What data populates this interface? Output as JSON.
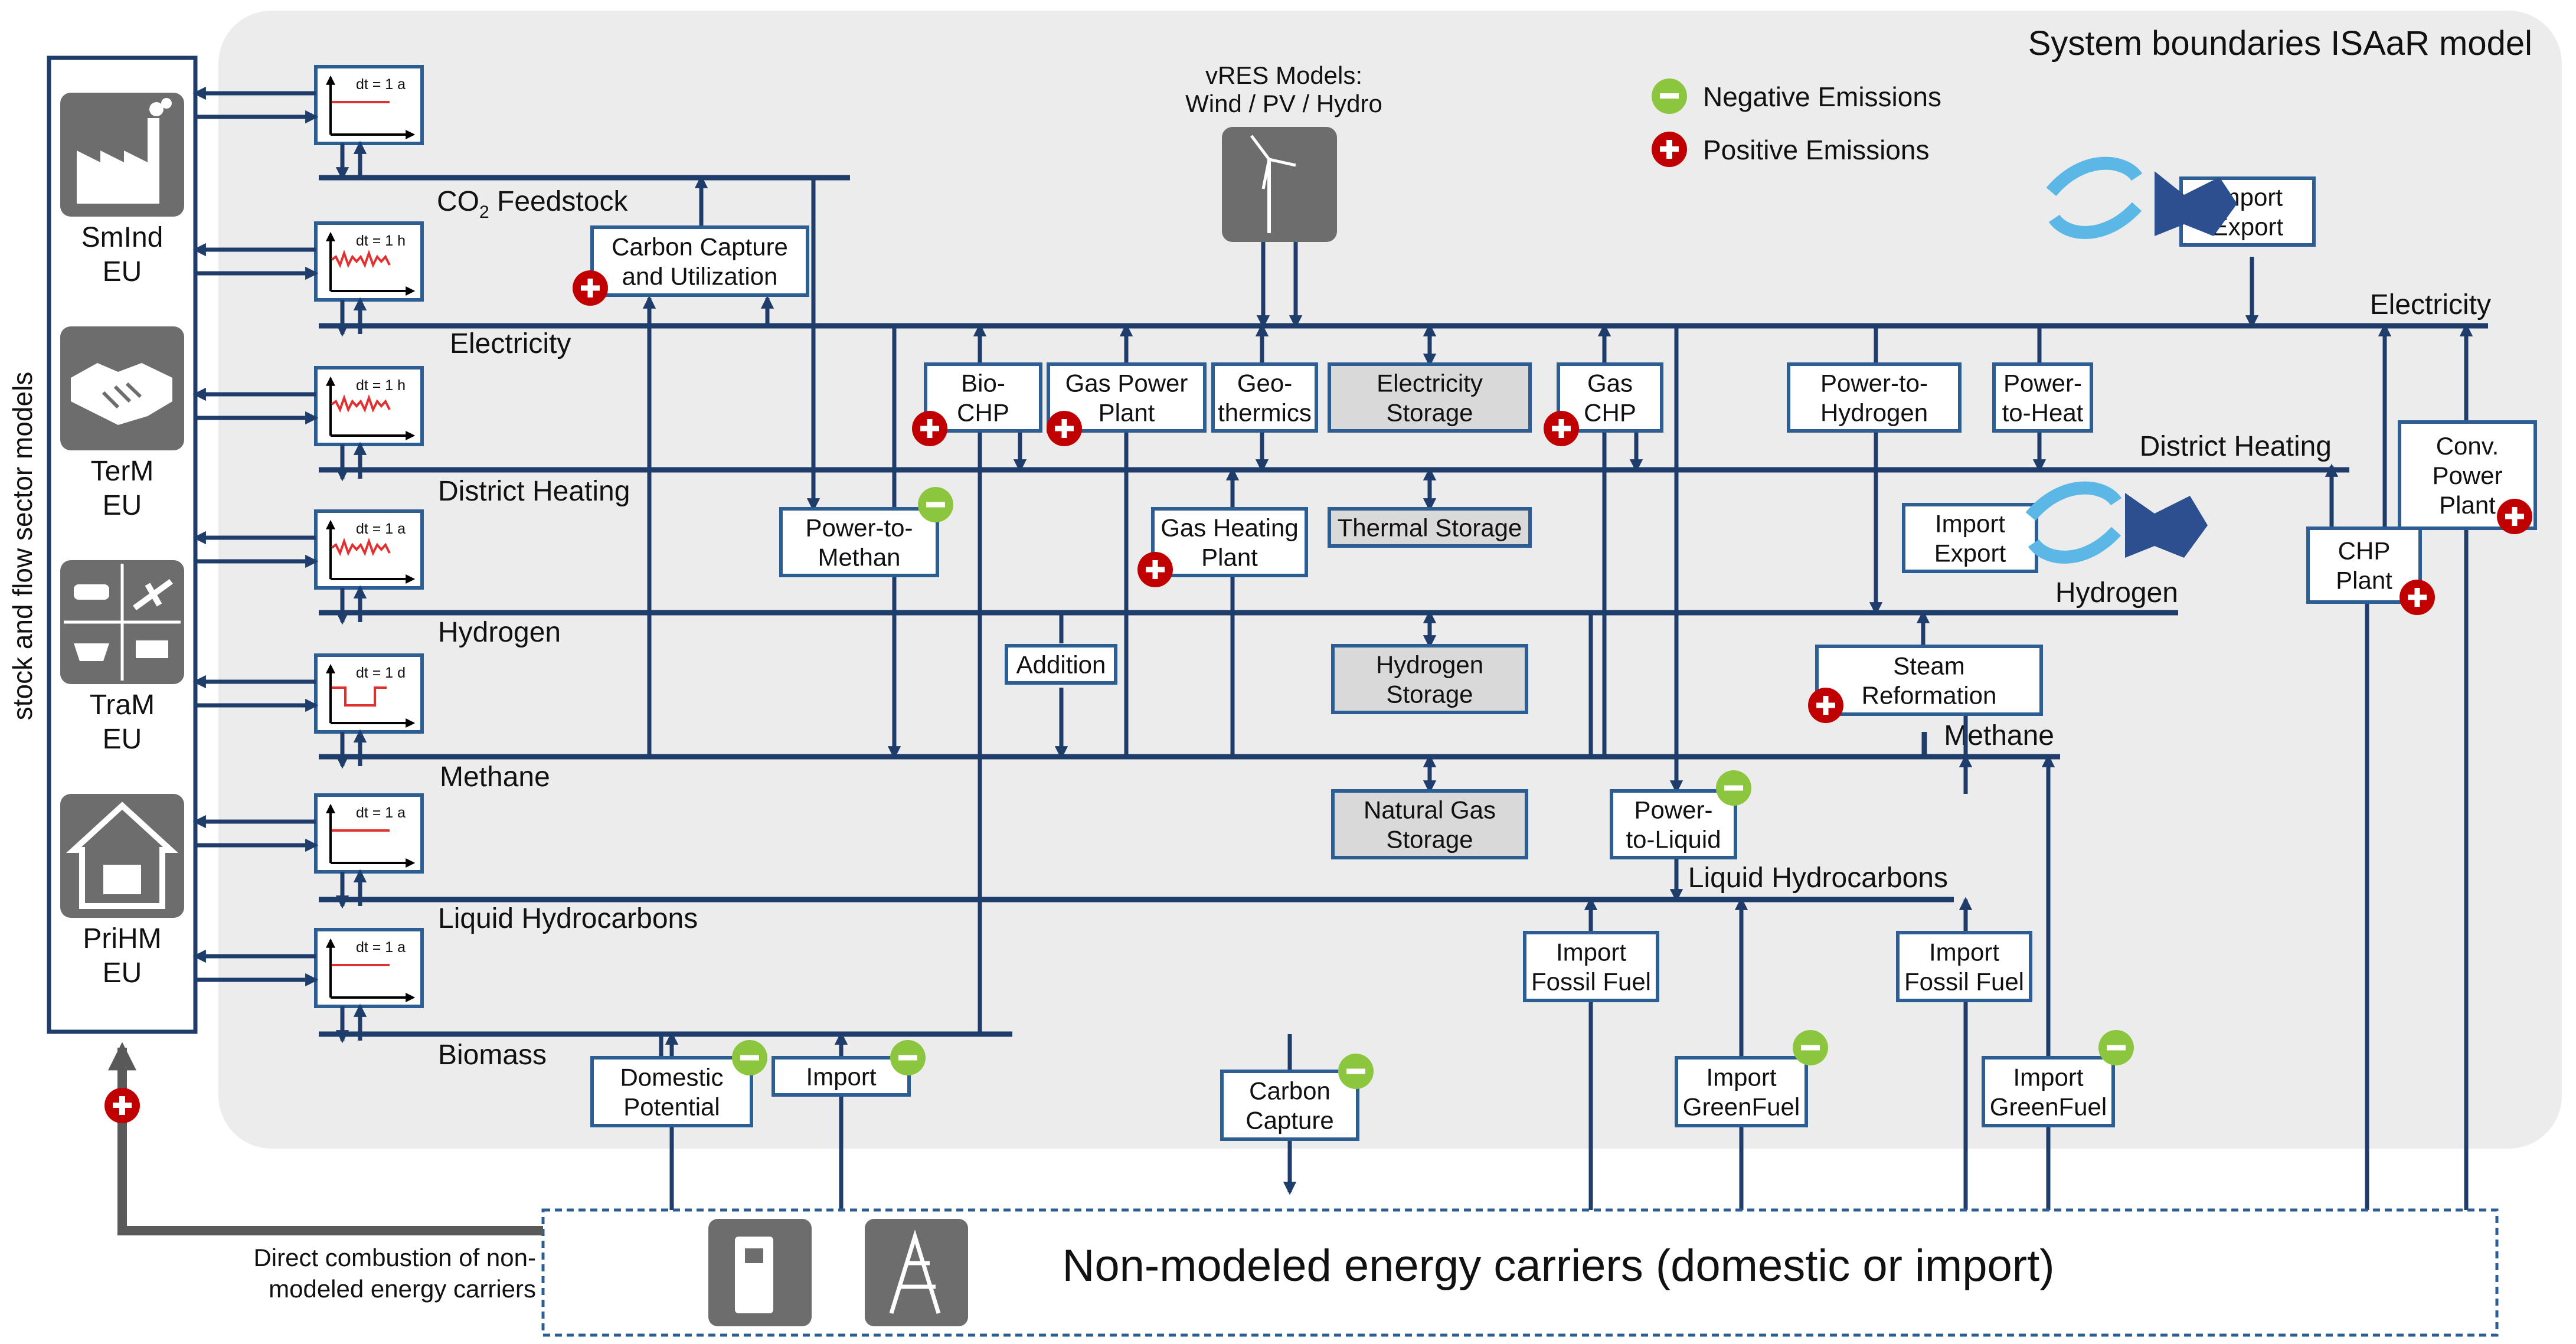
{
  "title": "System boundaries ISAaR model",
  "left_column_label": "stock and flow sector models",
  "legend": {
    "negative": "Negative Emissions",
    "positive": "Positive Emissions",
    "negative_color": "#8cc63f",
    "positive_color": "#c00000"
  },
  "sector_models": [
    {
      "line1": "SmInd",
      "line2": "EU",
      "icon": "factory-icon",
      "dt": "dt = 1 a"
    },
    {
      "line1": "TerM",
      "line2": "EU",
      "icon": "handshake-icon",
      "dt": "dt = 1 h"
    },
    {
      "line1": "TraM",
      "line2": "EU",
      "icon": "transport-icon",
      "dt": "dt = 1 h"
    },
    {
      "line1": "PriHM",
      "line2": "EU",
      "icon": "house-heating-icon",
      "dt": "dt = 1 a"
    }
  ],
  "time_steps": [
    "dt = 1 a",
    "dt = 1 h",
    "dt = 1 h",
    "dt = 1 a",
    "dt = 1 d",
    "dt = 1 a",
    "dt = 1 a"
  ],
  "buses": {
    "co2_main": "CO",
    "co2_sub": "2",
    "co2_tail": " Feedstock",
    "electricity": "Electricity",
    "district_heating": "District Heating",
    "hydrogen": "Hydrogen",
    "methane": "Methane",
    "liquid": "Liquid Hydrocarbons",
    "biomass": "Biomass",
    "electricity_right": "Electricity",
    "district_heating_right": "District Heating",
    "hydrogen_right": "Hydrogen",
    "methane_right": "Methane",
    "liquid_right": "Liquid Hydrocarbons"
  },
  "vres": {
    "line1": "vRES Models:",
    "line2": "Wind / PV / Hydro"
  },
  "nodes": {
    "ccu": [
      "Carbon Capture",
      "and Utilization"
    ],
    "bio_chp": [
      "Bio-",
      "CHP"
    ],
    "gas_power_plant": [
      "Gas Power",
      "Plant"
    ],
    "geothermics": [
      "Geo-",
      "thermics"
    ],
    "electricity_storage": [
      "Electricity",
      "Storage"
    ],
    "gas_chp": [
      "Gas",
      "CHP"
    ],
    "power_to_hydrogen": [
      "Power-to-",
      "Hydrogen"
    ],
    "power_to_heat": [
      "Power-",
      "to-Heat"
    ],
    "conv_power_plant": [
      "Conv.",
      "Power",
      "Plant"
    ],
    "power_to_methan": [
      "Power-to-",
      "Methan"
    ],
    "gas_heating_plant": [
      "Gas Heating",
      "Plant"
    ],
    "thermal_storage": [
      "Thermal Storage"
    ],
    "import_export_h2": [
      "Import",
      "Export"
    ],
    "import_export_el": [
      "Import",
      "Export"
    ],
    "chp_plant": [
      "CHP",
      "Plant"
    ],
    "addition": [
      "Addition"
    ],
    "hydrogen_storage": [
      "Hydrogen",
      "Storage"
    ],
    "steam_reformation": [
      "Steam",
      "Reformation"
    ],
    "natural_gas_storage": [
      "Natural Gas",
      "Storage"
    ],
    "power_to_liquid": [
      "Power-",
      "to-Liquid"
    ],
    "import_fossil_1": [
      "Import",
      "Fossil Fuel"
    ],
    "import_fossil_2": [
      "Import",
      "Fossil Fuel"
    ],
    "domestic_potential": [
      "Domestic",
      "Potential"
    ],
    "import_bio": [
      "Import"
    ],
    "carbon_capture": [
      "Carbon",
      "Capture"
    ],
    "import_greenfuel_1": [
      "Import",
      "GreenFuel"
    ],
    "import_greenfuel_2": [
      "Import",
      "GreenFuel"
    ]
  },
  "non_modeled": "Non-modeled energy carriers (domestic or import)",
  "direct_combustion": [
    "Direct combustion of non-",
    "modeled energy carriers"
  ]
}
